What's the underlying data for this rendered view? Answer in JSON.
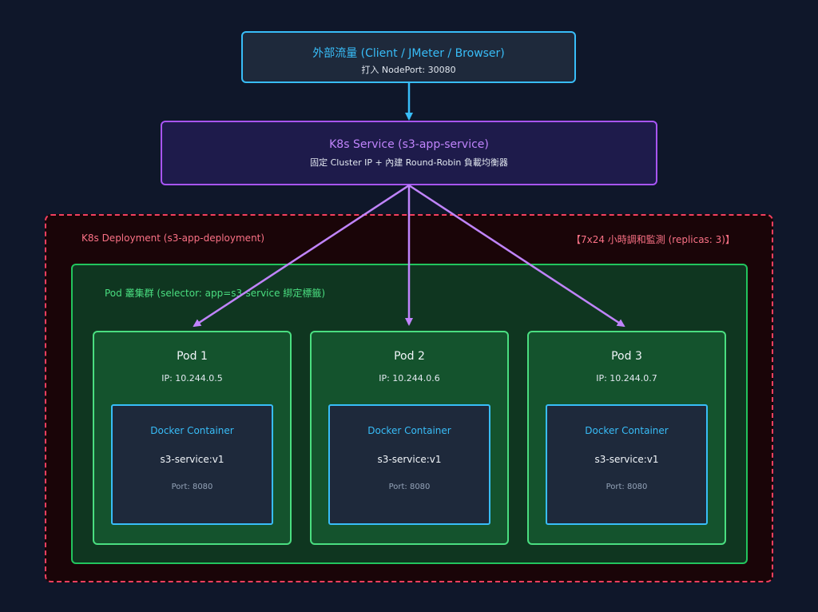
{
  "colors": {
    "background": "#0f172a",
    "client_border": "#38bdf8",
    "service_border": "#a855f7",
    "deployment_border": "#f43f5e",
    "pod_border": "#22c55e",
    "arrow_client": "#38bdf8",
    "arrow_service": "#c084fc"
  },
  "client": {
    "title": "外部流量 (Client / JMeter / Browser)",
    "subtitle": "打入 NodePort: 30080"
  },
  "service": {
    "title": "K8s Service (s3-app-service)",
    "subtitle": "固定 Cluster IP + 內建 Round-Robin 負載均衡器"
  },
  "deployment": {
    "label": "K8s Deployment (s3-app-deployment)",
    "note": "【7x24 小時調和監測 (replicas: 3)】"
  },
  "pod_group": {
    "label": "Pod 叢集群 (selector: app=s3-service 綁定標籤)"
  },
  "pods": [
    {
      "name": "Pod 1",
      "ip": "IP: 10.244.0.5",
      "container_title": "Docker Container",
      "image": "s3-service:v1",
      "port": "Port: 8080"
    },
    {
      "name": "Pod 2",
      "ip": "IP: 10.244.0.6",
      "container_title": "Docker Container",
      "image": "s3-service:v1",
      "port": "Port: 8080"
    },
    {
      "name": "Pod 3",
      "ip": "IP: 10.244.0.7",
      "container_title": "Docker Container",
      "image": "s3-service:v1",
      "port": "Port: 8080"
    }
  ]
}
